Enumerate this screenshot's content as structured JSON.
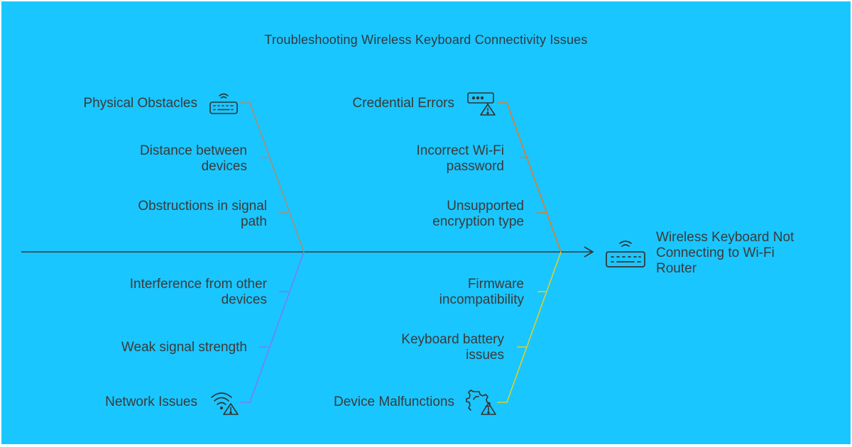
{
  "title": "Troubleshooting Wireless Keyboard Connectivity Issues",
  "effect": {
    "lines": [
      "Wireless Keyboard Not",
      "Connecting to Wi-Fi",
      "Router"
    ],
    "icon": "wireless-keyboard-icon"
  },
  "categories": {
    "physical": {
      "label": "Physical Obstacles",
      "icon": "wireless-keyboard-icon",
      "color": "#a88c7a",
      "causes": [
        {
          "lines": [
            "Distance between",
            "devices"
          ]
        },
        {
          "lines": [
            "Obstructions in signal",
            "path"
          ]
        }
      ]
    },
    "credential": {
      "label": "Credential Errors",
      "icon": "password-warning-icon",
      "color": "#e07a2e",
      "causes": [
        {
          "lines": [
            "Incorrect Wi-Fi",
            "password"
          ]
        },
        {
          "lines": [
            "Unsupported",
            "encryption type"
          ]
        }
      ]
    },
    "network": {
      "label": "Network Issues",
      "icon": "wifi-warning-icon",
      "color": "#7a7ef0",
      "causes": [
        {
          "lines": [
            "Interference from other",
            "devices"
          ]
        },
        {
          "lines": [
            "Weak signal strength"
          ]
        }
      ]
    },
    "device": {
      "label": "Device Malfunctions",
      "icon": "gear-warning-icon",
      "color": "#d9d02a",
      "causes": [
        {
          "lines": [
            "Firmware",
            "incompatibility"
          ]
        },
        {
          "lines": [
            "Keyboard battery",
            "issues"
          ]
        }
      ]
    }
  },
  "spine_color": "#333333"
}
